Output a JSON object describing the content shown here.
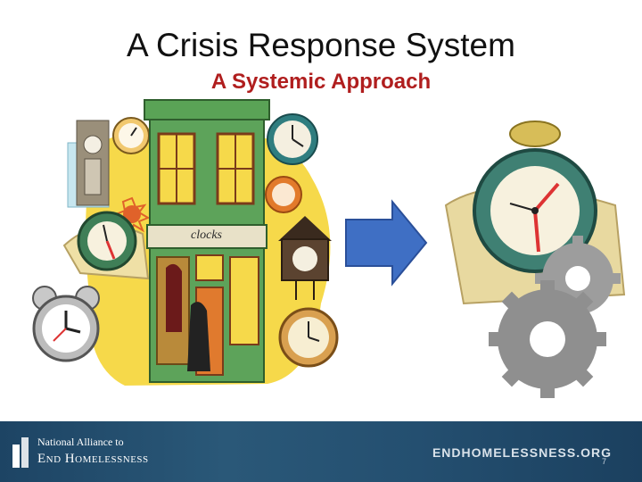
{
  "slide": {
    "title": "A Crisis Response System",
    "subtitle": "A Systemic Approach"
  },
  "left_illustration": {
    "shop_sign": "clocks"
  },
  "footer": {
    "org_line1": "National Alliance to",
    "org_line2": "End Homelessness",
    "website": "ENDHOMELESSNESS.ORG",
    "page_number": "7"
  },
  "colors": {
    "title": "#111111",
    "subtitle": "#b01e1e",
    "footer_bg": "#244f70",
    "arrow": "#3f6fc4",
    "shop_green": "#5da35a"
  }
}
